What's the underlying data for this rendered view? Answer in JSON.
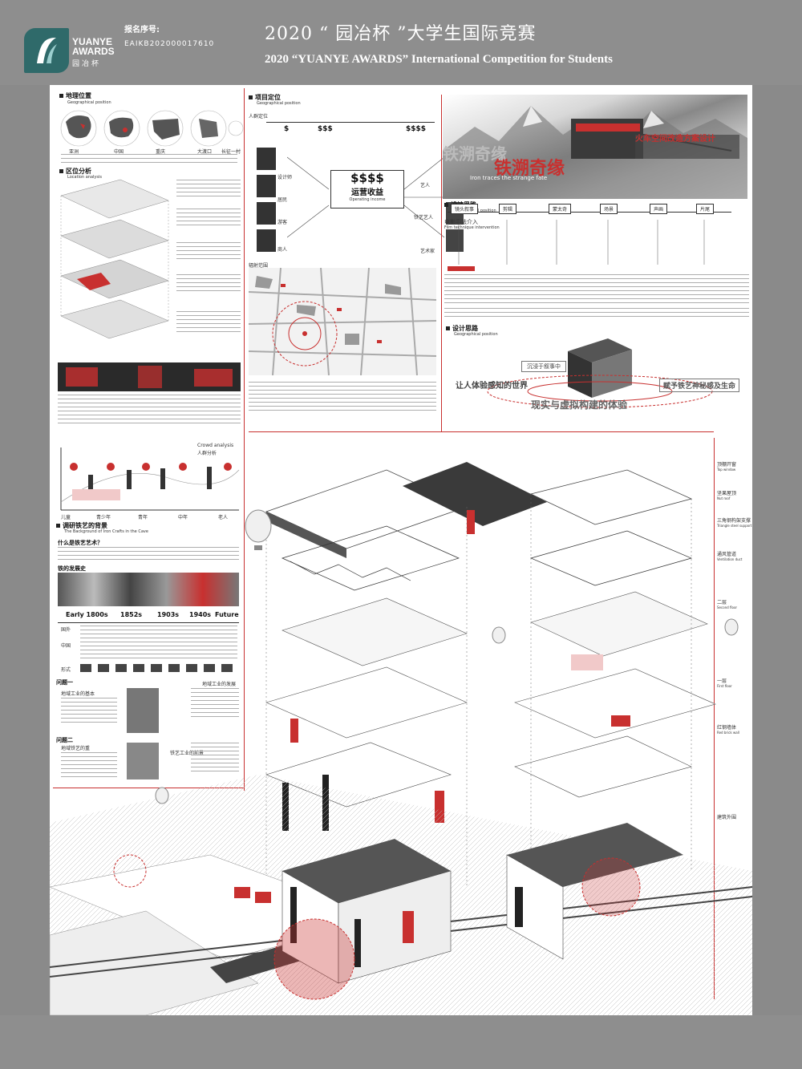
{
  "header": {
    "logo": {
      "brand": "YUANYE",
      "brand2": "AWARDS",
      "sub": "园冶杯",
      "icon": "yuanye-logo-icon"
    },
    "reg_label": "报名序号:",
    "reg_number": "EAIKB202000017610",
    "title_cn": "2020 “ 园冶杯 ”大学生国际竞赛",
    "title_en": "2020 “YUANYE AWARDS” International Competition for  Students"
  },
  "poster": {
    "left": {
      "s1_title": "地理位置",
      "s1_sub": "Geographical position",
      "map_labels": [
        "亚洲",
        "中国",
        "重庆",
        "大渡口",
        "长征一村"
      ],
      "s2_title": "区位分析",
      "s2_sub": "Location analysis",
      "crowd_title": "Crowd analysis",
      "crowd_sub": "人群分析",
      "crowd_axis": [
        "儿童",
        "青少年",
        "青年",
        "中年",
        "老人"
      ],
      "s3_title": "调研铁艺的背景",
      "s3_sub": "The Background of Iron Crafts in the Cave",
      "q1": "什么是铁艺艺术？",
      "q2": "铁的发展史",
      "timeline": [
        "Early 1800s",
        "1852s",
        "1903s",
        "1940s",
        "Future"
      ],
      "timeline_labels": [
        "国外",
        "中国",
        "形式"
      ],
      "q3": "问题一",
      "q4": "问题二",
      "q3_note": "地域工业的基本",
      "q4_note": "地域铁艺的重",
      "q5": "铁艺工业的前景",
      "q6": "地域工业的发展"
    },
    "middle": {
      "s_title": "项目定位",
      "s_sub": "Geographical position",
      "crowd_label": "人群定位",
      "money_labels": [
        "$",
        "$$$",
        "$$$$"
      ],
      "income_big": "$$$$",
      "income_cn": "运营收益",
      "income_en": "Operating income",
      "roles_left": [
        "设计师",
        "居民",
        "游客",
        "商人"
      ],
      "roles_right": [
        "艺人",
        "铁艺艺人",
        "艺术家"
      ],
      "map_label": "辐射范围"
    },
    "right": {
      "banner_cn": "铁溯奇缘",
      "banner_en": "Iron traces the strange fate",
      "banner_tag": "火车空间改造方案设计",
      "s1_title": "设计思路",
      "s1_sub": "Geographical position",
      "film_title": "电影手法介入",
      "film_sub": "Film technique intervention",
      "film_steps": [
        "镜头叙事",
        "剪辑",
        "蒙太奇",
        "场景",
        "声画",
        "片尾"
      ],
      "s2_title": "设计思路",
      "s2_sub": "Geographical position",
      "concept1": "沉浸于叙事中",
      "concept2": "让人体验感知的世界",
      "concept3": "赋予铁艺神秘感及生命",
      "concept4": "现实与虚拟构建的体验"
    },
    "axo_labels": [
      {
        "cn": "顶棚开窗",
        "en": "Top window"
      },
      {
        "cn": "坚果屋顶",
        "en": "Nut roof"
      },
      {
        "cn": "三角钢构架支撑",
        "en": "Triangle steel support"
      },
      {
        "cn": "通风管道",
        "en": "Ventilation duct"
      },
      {
        "cn": "二层",
        "en": "Second floor"
      },
      {
        "cn": "一层",
        "en": "First floor"
      },
      {
        "cn": "红钢墙体",
        "en": "Red brick wall"
      },
      {
        "cn": "建筑外围",
        "en": ""
      }
    ]
  },
  "colors": {
    "accent_red": "#c8302f",
    "teal_logo": "#2f6a6a",
    "frame_gray": "#8e8e8e"
  }
}
